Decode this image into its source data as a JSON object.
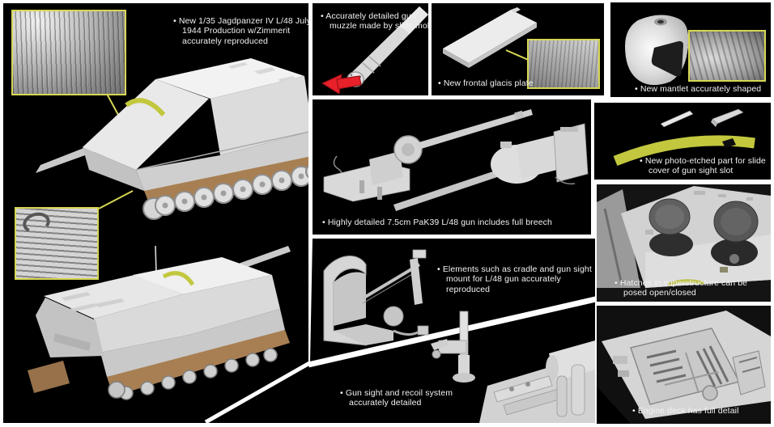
{
  "ui": {
    "bullet": "•"
  },
  "colors": {
    "page_background": "#ffffff",
    "panel_background": "#000000",
    "caption_text": "#f2f2f2",
    "callout_yellow": "#d6d654",
    "photo_etch_yellow": "#c2c73e",
    "arrow_red": "#e8202a",
    "track_brown": "#a87f52",
    "plastic_gray": "#dcdcdc"
  },
  "captions": {
    "left": "New 1/35 Jagdpanzer IV L/48 July 1944 Production w/Zimmerit accurately reproduced",
    "muzzle": "Accurately detailed gun muzzle made by slide mold",
    "glacis": "New frontal glacis plate",
    "mantlet": "New mantlet accurately shaped",
    "photo_etched": "New photo-etched part for slide cover of gun sight slot",
    "pak": "Highly detailed 7.5cm PaK39 L/48 gun includes full breech",
    "cradle": "Elements such as cradle and gun sight mount for L/48 gun accurately reproduced",
    "hatches": "Hatches in superstructure can be posed open/closed",
    "gun_sight": "Gun sight and recoil system accurately detailed",
    "engine": "Engine deck has full detail"
  }
}
